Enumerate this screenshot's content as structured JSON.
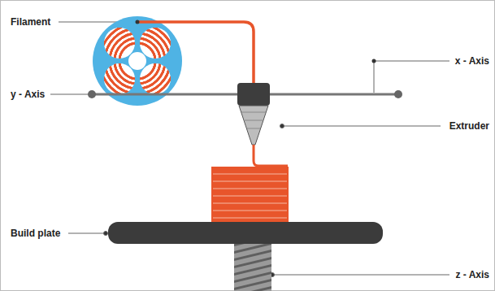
{
  "diagram": {
    "labels": [
      "Filament",
      "y - Axis",
      "x - Axis",
      "Extruder",
      "Build plate",
      "z - Axis"
    ]
  }
}
